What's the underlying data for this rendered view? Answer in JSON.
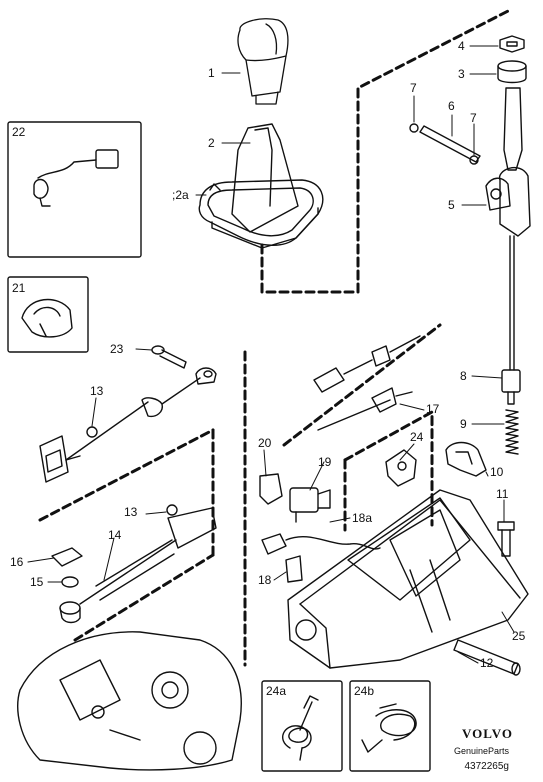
{
  "callouts": [
    "1",
    "2",
    ";2a",
    "3",
    "4",
    "5",
    "6",
    "7",
    "7",
    "8",
    "9",
    "10",
    "11",
    "12",
    "13",
    "13",
    "14",
    "15",
    "16",
    "17",
    "18",
    "18a",
    "19",
    "20",
    "21",
    "22",
    "23",
    "24",
    "25"
  ],
  "insets": {
    "i22": "22",
    "i21": "21",
    "i24a": "24a",
    "i24b": "24b"
  },
  "brand": {
    "name": "VOLVO",
    "sub": "GenuineParts",
    "ref": "4372265g"
  }
}
